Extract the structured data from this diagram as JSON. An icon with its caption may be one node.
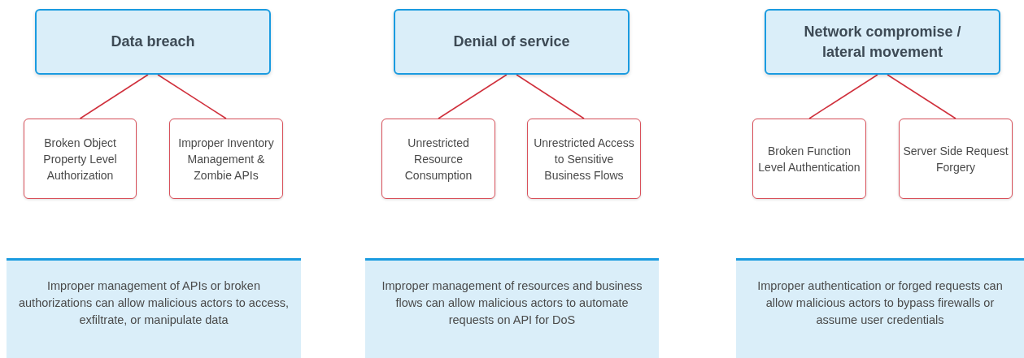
{
  "diagram": {
    "nodes": [
      {
        "text": [
          "Data breach"
        ]
      },
      {
        "text": [
          "Denial of service"
        ]
      },
      {
        "text": [
          "Network compromise / lateral movement"
        ]
      },
      {
        "text": [
          "Broken Object Property Level Authorization"
        ]
      },
      {
        "text": [
          "Improper Inventory Management & Zombie APIs"
        ]
      },
      {
        "text": [
          "Unrestricted Resource Consumption"
        ]
      },
      {
        "text": [
          "Unrestricted Access to Sensitive Business Flows"
        ]
      },
      {
        "text": [
          "Broken Function Level Authentication"
        ]
      },
      {
        "text": [
          "Server Side Request Forgery"
        ]
      },
      {
        "text": [
          "Improper management of APIs or broken authorizations can allow malicious actors to access, exfiltrate, or manipulate data"
        ]
      },
      {
        "text": [
          "Improper management of resources and business flows can allow malicious actors to automate requests on API for DoS"
        ]
      },
      {
        "text": [
          "Improper authentication or forged requests can allow malicious actors to bypass firewalls or assume user credentials"
        ]
      }
    ],
    "edges": [
      {
        "from": 0,
        "to": 3,
        "arrow": "none"
      },
      {
        "from": 0,
        "to": 4,
        "arrow": "none"
      },
      {
        "from": 1,
        "to": 5,
        "arrow": "none"
      },
      {
        "from": 1,
        "to": 6,
        "arrow": "none"
      },
      {
        "from": 2,
        "to": 7,
        "arrow": "none"
      },
      {
        "from": 2,
        "to": 8,
        "arrow": "none"
      }
    ]
  }
}
